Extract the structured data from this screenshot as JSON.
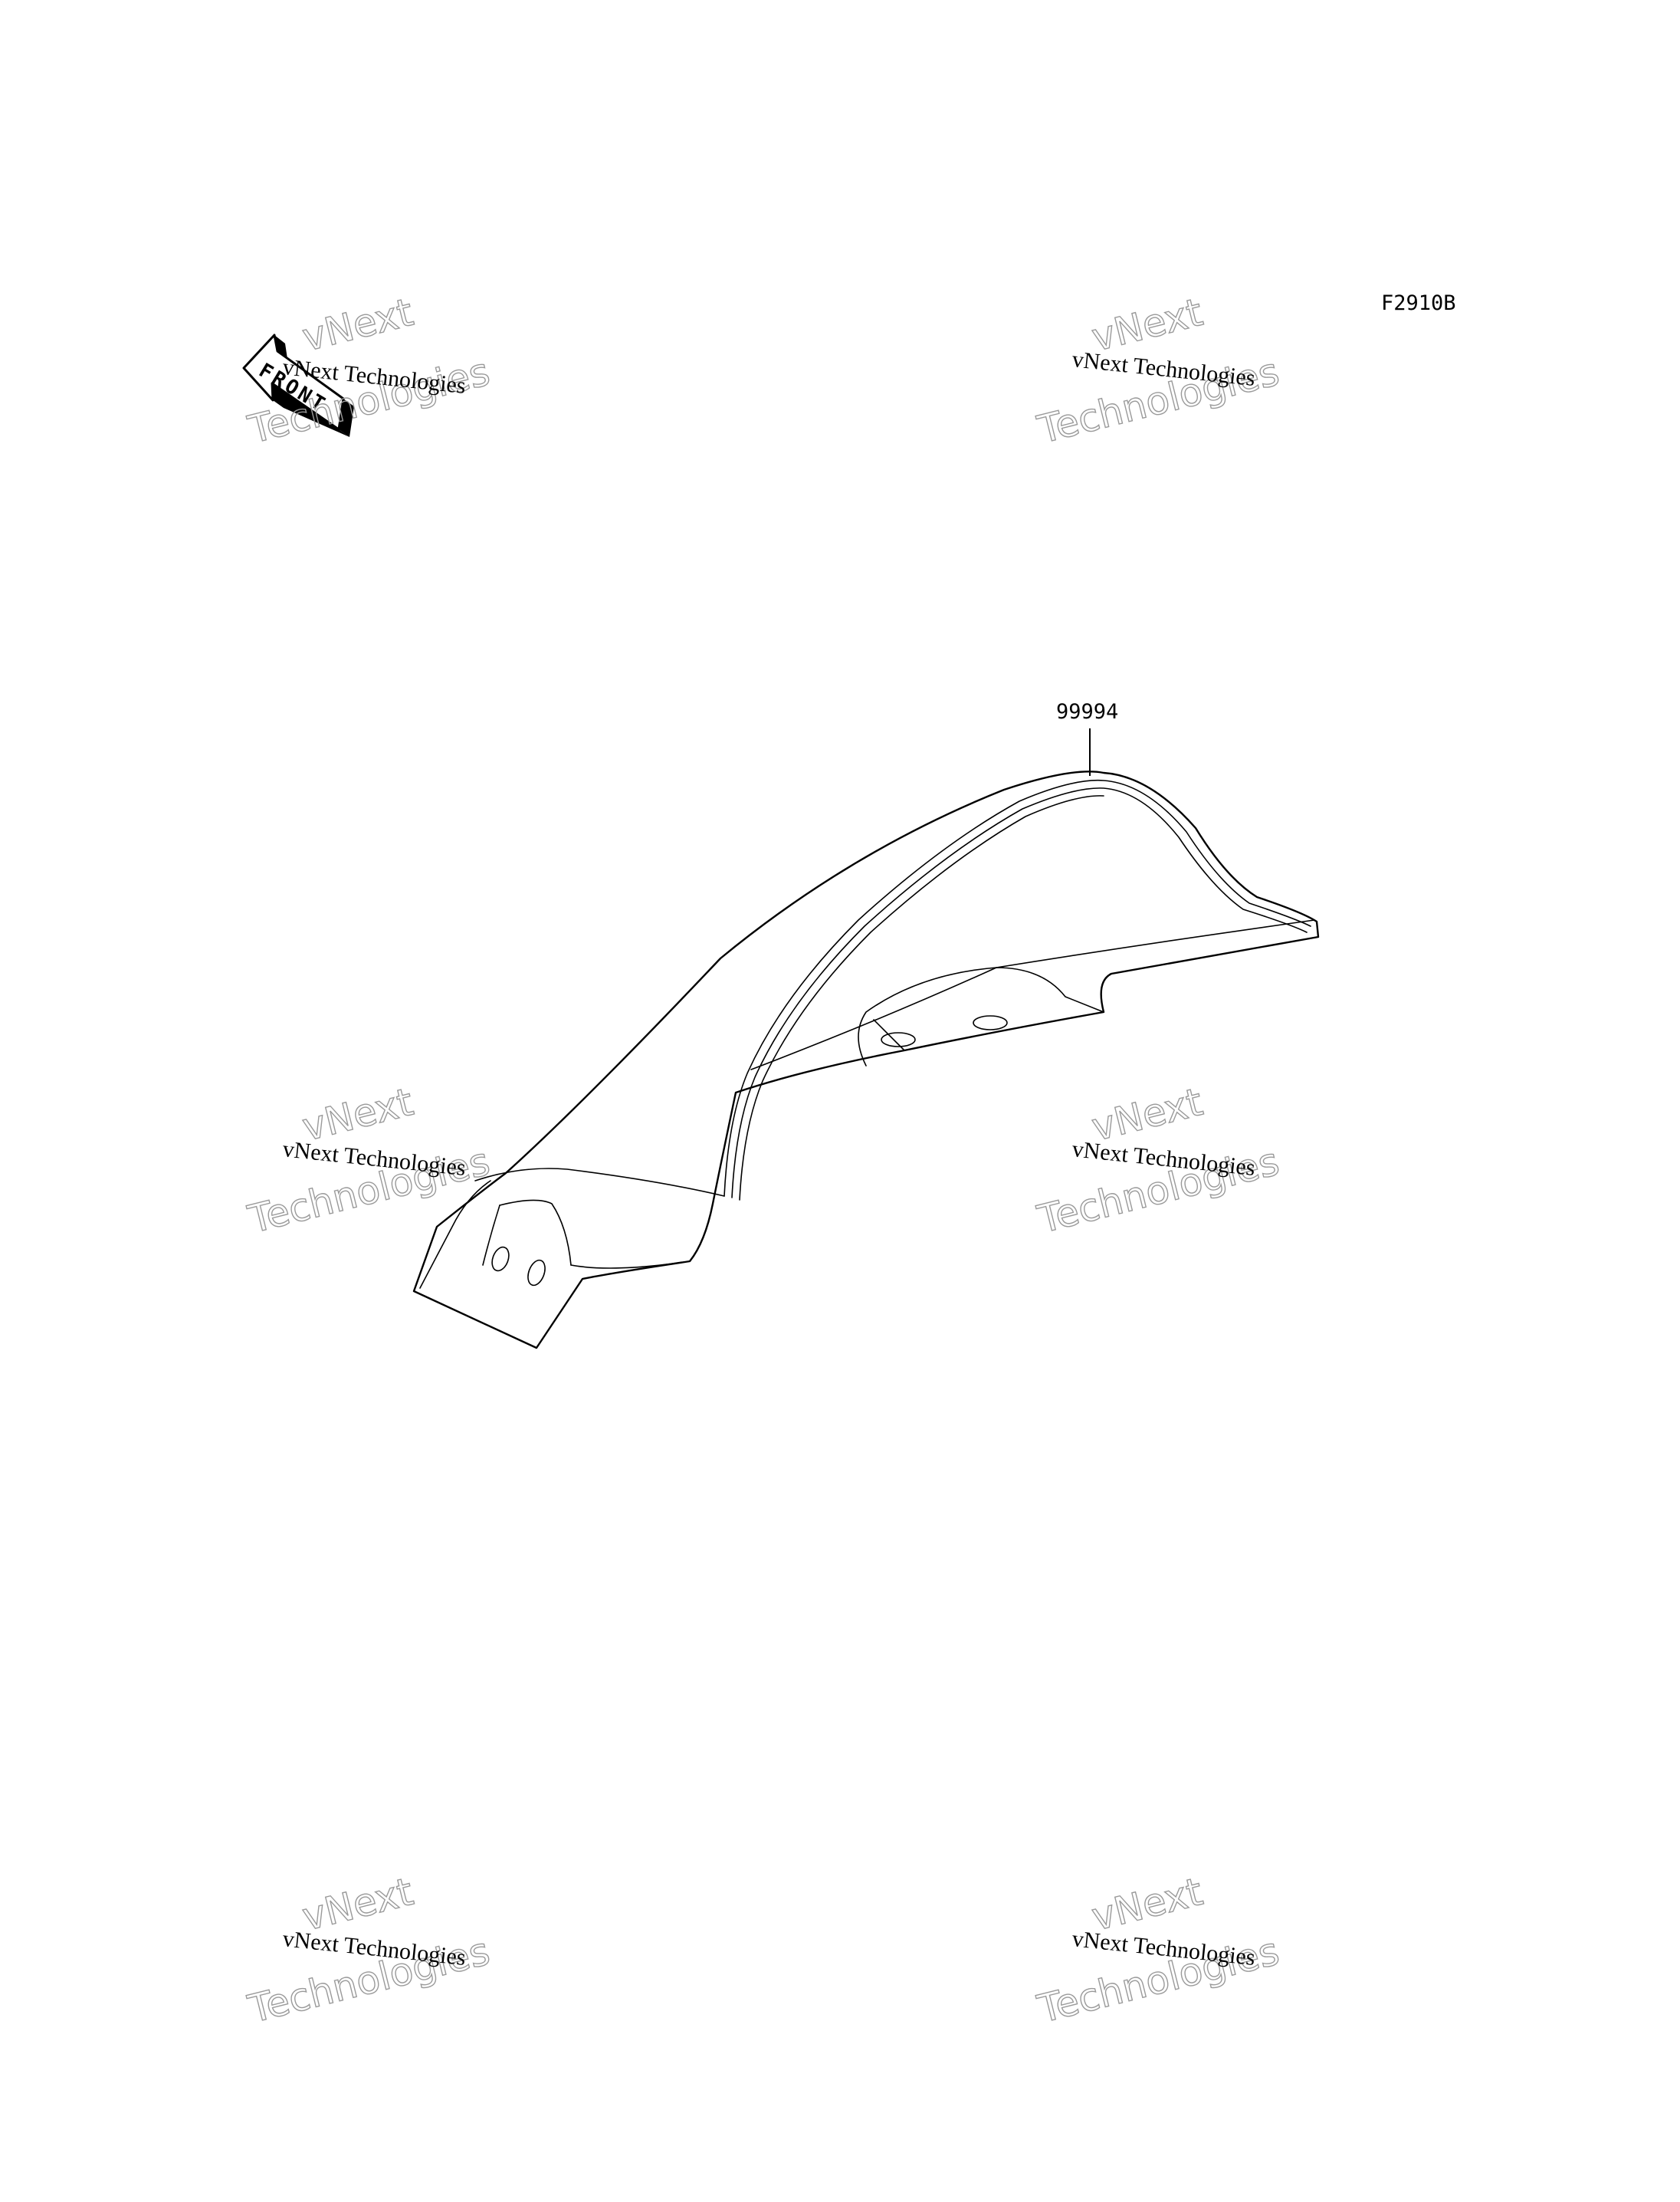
{
  "diagram": {
    "figure_code": "F2910B",
    "part_number": "99994",
    "front_indicator": "FRONT"
  },
  "watermark": {
    "line1": "vNext",
    "line2": "Technologies",
    "caption": "vNext Technologies"
  }
}
